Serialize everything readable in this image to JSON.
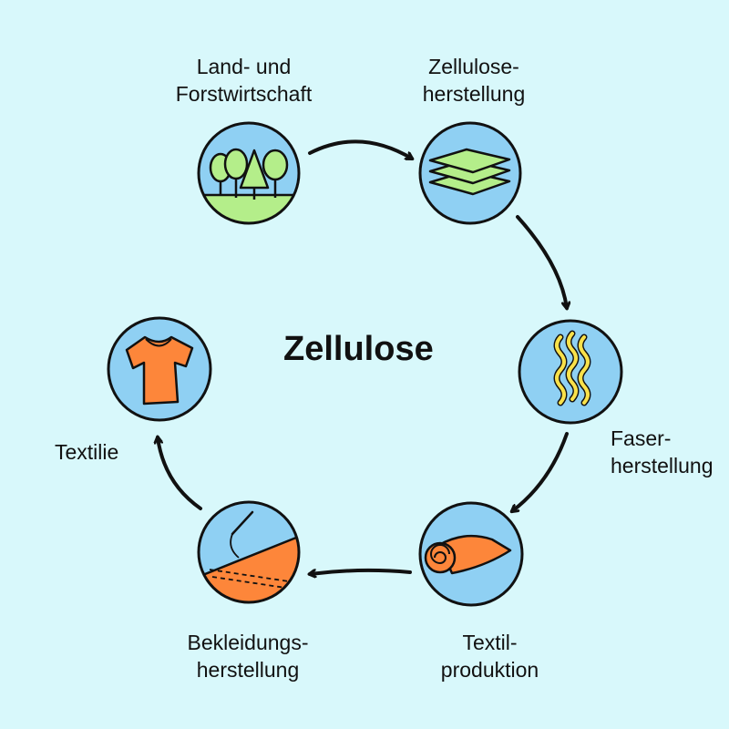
{
  "title": "Zellulose",
  "colors": {
    "background": "#d8f8fb",
    "circle_fill": "#8fd0f3",
    "outline": "#111111",
    "green": "#b4ee8a",
    "orange": "#fd863a",
    "yellow": "#f9e14a"
  },
  "stages": [
    {
      "label": "Land- und\nForstwirtschaft",
      "icon": "forest-icon"
    },
    {
      "label": "Zellulose-\nherstellung",
      "icon": "cellulose-sheets-icon"
    },
    {
      "label": "Faser-\nherstellung",
      "icon": "fibers-icon"
    },
    {
      "label": "Textil-\nproduktion",
      "icon": "fabric-roll-icon"
    },
    {
      "label": "Bekleidungs-\nherstellung",
      "icon": "sewing-icon"
    },
    {
      "label": "Textilie",
      "icon": "tshirt-icon"
    }
  ]
}
